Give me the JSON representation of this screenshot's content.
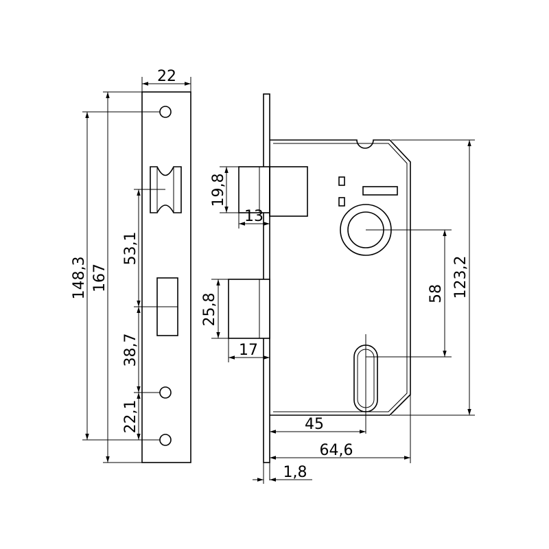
{
  "drawing": {
    "dimensions": {
      "faceplate_width": "22",
      "screw_hole_spacing": "148,3",
      "faceplate_length": "167",
      "latch_to_bolt": "53,1",
      "bolt_to_screw": "38,7",
      "screw_to_screw": "22,1",
      "latch_height": "19,8",
      "latch_projection": "13",
      "bolt_height": "25,8",
      "bolt_projection": "17",
      "centre_distance": "58",
      "case_height": "123,2",
      "backset": "45",
      "case_depth": "64,6",
      "faceplate_thickness": "1,8"
    }
  }
}
